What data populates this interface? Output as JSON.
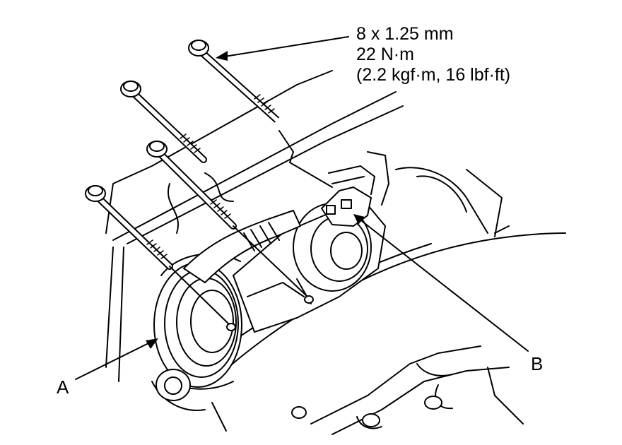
{
  "spec": {
    "thread": "8 x 1.25 mm",
    "torque_nm": "22 N·m",
    "torque_alt": "(2.2 kgf·m, 16 lbf·ft)"
  },
  "callouts": {
    "a": "A",
    "b": "B"
  }
}
